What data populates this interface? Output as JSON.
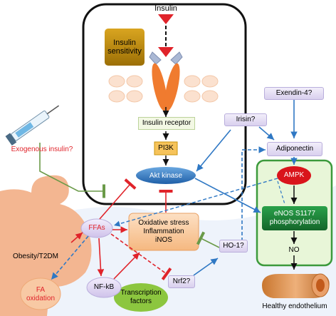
{
  "labels": {
    "insulin": "Insulin",
    "insulin_sensitivity": "Insulin sensitivity",
    "insulin_receptor": "Insulin receptor",
    "pi3k": "PI3K",
    "akt": "Akt kinase",
    "exendin": "Exendin-4?",
    "irisin": "Irisin?",
    "adiponectin": "Adiponectin",
    "ampk": "AMPK",
    "enos": "eNOS S1177 phosphorylation",
    "no": "NO",
    "healthy": "Healthy endothelium",
    "exogenous": "Exogenous insulin?",
    "obesity": "Obesity/T2DM",
    "ffas": "FFAs",
    "oxidative": "Oxidative stress\nInflammation\niNOS",
    "ho1": "HO-1?",
    "nrf2": "Nrf2?",
    "nfkb": "NF-kB",
    "transcription": "Transcription factors",
    "fa_oxidation": "FA oxidation"
  },
  "colors": {
    "inhibit_red": "#e0232a",
    "activate_blue": "#2f78c4",
    "green_inhibit": "#6a9a48",
    "receptor_orange": "#f07b2f",
    "gold": "#c8960e",
    "ampk_red": "#d9141b",
    "enos_green": "#1f8a3a",
    "transcription_green": "#8cc63f",
    "panel_green": "#e8f6d8"
  }
}
